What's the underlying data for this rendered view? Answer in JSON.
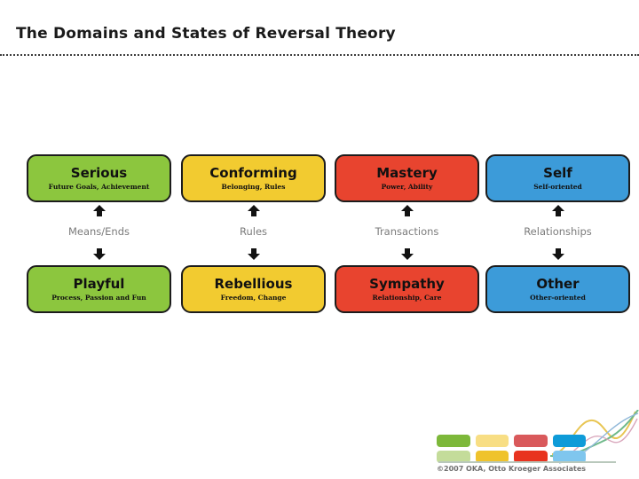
{
  "slide": {
    "title": "The Domains and States of Reversal Theory",
    "background": "#ffffff"
  },
  "colors": {
    "green": "#8CC63E",
    "yellow": "#F2CB30",
    "red": "#E8442F",
    "blue": "#3C9BD9",
    "outline": "#1c1c1c",
    "domain_label": "#7b7b7b",
    "title": "#1a1a1a"
  },
  "matrix": {
    "columns": [
      {
        "color_key": "green",
        "color": "#8CC63E",
        "domain": "Means/Ends",
        "top": {
          "state": "Serious",
          "sub": "Future Goals, Achievement"
        },
        "bottom": {
          "state": "Playful",
          "sub": "Process, Passion and Fun"
        }
      },
      {
        "color_key": "yellow",
        "color": "#F2CB30",
        "domain": "Rules",
        "top": {
          "state": "Conforming",
          "sub": "Belonging, Rules"
        },
        "bottom": {
          "state": "Rebellious",
          "sub": "Freedom, Change"
        }
      },
      {
        "color_key": "red",
        "color": "#E8442F",
        "domain": "Transactions",
        "top": {
          "state": "Mastery",
          "sub": "Power, Ability"
        },
        "bottom": {
          "state": "Sympathy",
          "sub": "Relationship, Care"
        }
      },
      {
        "color_key": "blue",
        "color": "#3C9BD9",
        "domain": "Relationships",
        "top": {
          "state": "Self",
          "sub": "Self-oriented"
        },
        "bottom": {
          "state": "Other",
          "sub": "Other-oriented"
        }
      }
    ]
  },
  "footer": {
    "copyright": "©2007 OKA, Otto Kroeger Associates",
    "logo_tiles": {
      "top": [
        "#7DB83A",
        "#F8DE84",
        "#D9595B",
        "#0E9BD8"
      ],
      "bottom": [
        "#C4DC9A",
        "#EFC32C",
        "#E8331F",
        "#7FC6EE"
      ]
    },
    "swoosh_colors": [
      "#E8C552",
      "#6FB98A",
      "#D48FA8",
      "#8FB7D8"
    ]
  }
}
